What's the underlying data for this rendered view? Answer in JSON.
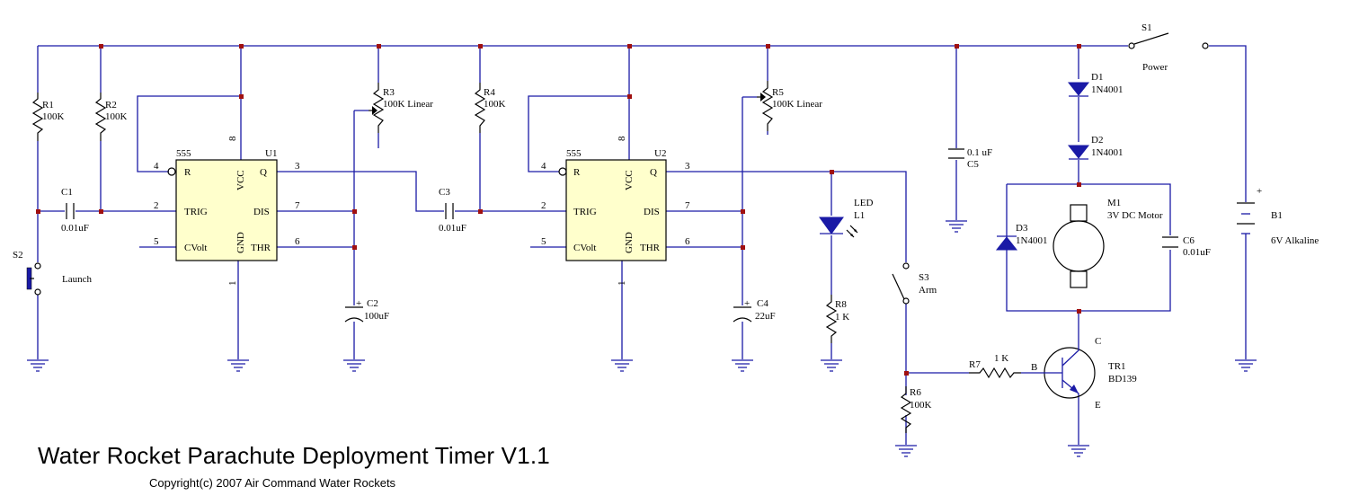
{
  "title": "Water Rocket Parachute Deployment Timer V1.1",
  "copyright": "Copyright(c) 2007 Air Command Water Rockets",
  "colors": {
    "wire": "#1a1aa6",
    "junction": "#a01010",
    "ic_fill": "#ffffcc",
    "component": "#000000"
  },
  "ics": {
    "u1": {
      "ref": "U1",
      "type": "555",
      "pins": {
        "r": "R",
        "trig": "TRIG",
        "cvolt": "CVolt",
        "vcc": "VCC",
        "gnd": "GND",
        "q": "Q",
        "dis": "DIS",
        "thr": "THR"
      },
      "pin_numbers": {
        "p4": "4",
        "p2": "2",
        "p5": "5",
        "p8": "8",
        "p1": "1",
        "p3": "3",
        "p7": "7",
        "p6": "6"
      }
    },
    "u2": {
      "ref": "U2",
      "type": "555",
      "pins": {
        "r": "R",
        "trig": "TRIG",
        "cvolt": "CVolt",
        "vcc": "VCC",
        "gnd": "GND",
        "q": "Q",
        "dis": "DIS",
        "thr": "THR"
      },
      "pin_numbers": {
        "p4": "4",
        "p2": "2",
        "p5": "5",
        "p8": "8",
        "p1": "1",
        "p3": "3",
        "p7": "7",
        "p6": "6"
      }
    }
  },
  "components": {
    "r1": {
      "ref": "R1",
      "value": "100K"
    },
    "r2": {
      "ref": "R2",
      "value": "100K"
    },
    "r3": {
      "ref": "R3",
      "value": "100K Linear"
    },
    "r4": {
      "ref": "R4",
      "value": "100K"
    },
    "r5": {
      "ref": "R5",
      "value": "100K Linear"
    },
    "r6": {
      "ref": "R6",
      "value": "100K"
    },
    "r7": {
      "ref": "R7",
      "value": "1 K"
    },
    "r8": {
      "ref": "R8",
      "value": "1 K"
    },
    "c1": {
      "ref": "C1",
      "value": "0.01uF"
    },
    "c2": {
      "ref": "C2",
      "value": "100uF"
    },
    "c3": {
      "ref": "C3",
      "value": "0.01uF"
    },
    "c4": {
      "ref": "C4",
      "value": "22uF"
    },
    "c5": {
      "ref": "C5",
      "value": "0.1 uF"
    },
    "c6": {
      "ref": "C6",
      "value": "0.01uF"
    },
    "s1": {
      "ref": "S1",
      "value": "Power"
    },
    "s2": {
      "ref": "S2",
      "value": "Launch"
    },
    "s3": {
      "ref": "S3",
      "value": "Arm"
    },
    "l1": {
      "ref": "L1",
      "value": "LED"
    },
    "d1": {
      "ref": "D1",
      "value": "1N4001"
    },
    "d2": {
      "ref": "D2",
      "value": "1N4001"
    },
    "d3": {
      "ref": "D3",
      "value": "1N4001"
    },
    "m1": {
      "ref": "M1",
      "value": "3V DC Motor"
    },
    "b1": {
      "ref": "B1",
      "value": "6V Alkaline"
    },
    "tr1": {
      "ref": "TR1",
      "value": "BD139",
      "base": "B",
      "collector": "C",
      "emitter": "E"
    }
  },
  "polarity_mark": "+"
}
